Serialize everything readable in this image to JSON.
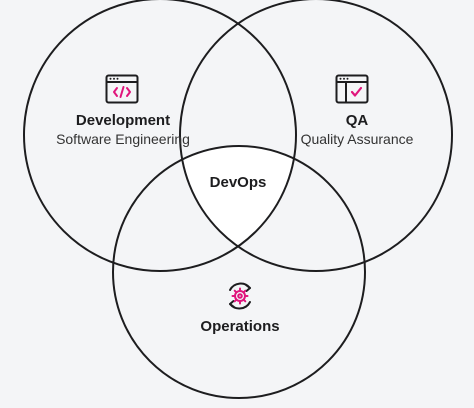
{
  "circles": {
    "development": {
      "title": "Development",
      "subtitle": "Software Engineering",
      "icon": "code-window-icon"
    },
    "qa": {
      "title": "QA",
      "subtitle": "Quality Assurance",
      "icon": "checked-window-icon"
    },
    "operations": {
      "title": "Operations",
      "icon": "gear-cycle-icon"
    }
  },
  "intersection": {
    "label": "DevOps"
  },
  "colors": {
    "background": "#f4f5f7",
    "stroke": "#1d1d1f",
    "intersection_fill": "#ffffff",
    "accent": "#e0157c"
  }
}
